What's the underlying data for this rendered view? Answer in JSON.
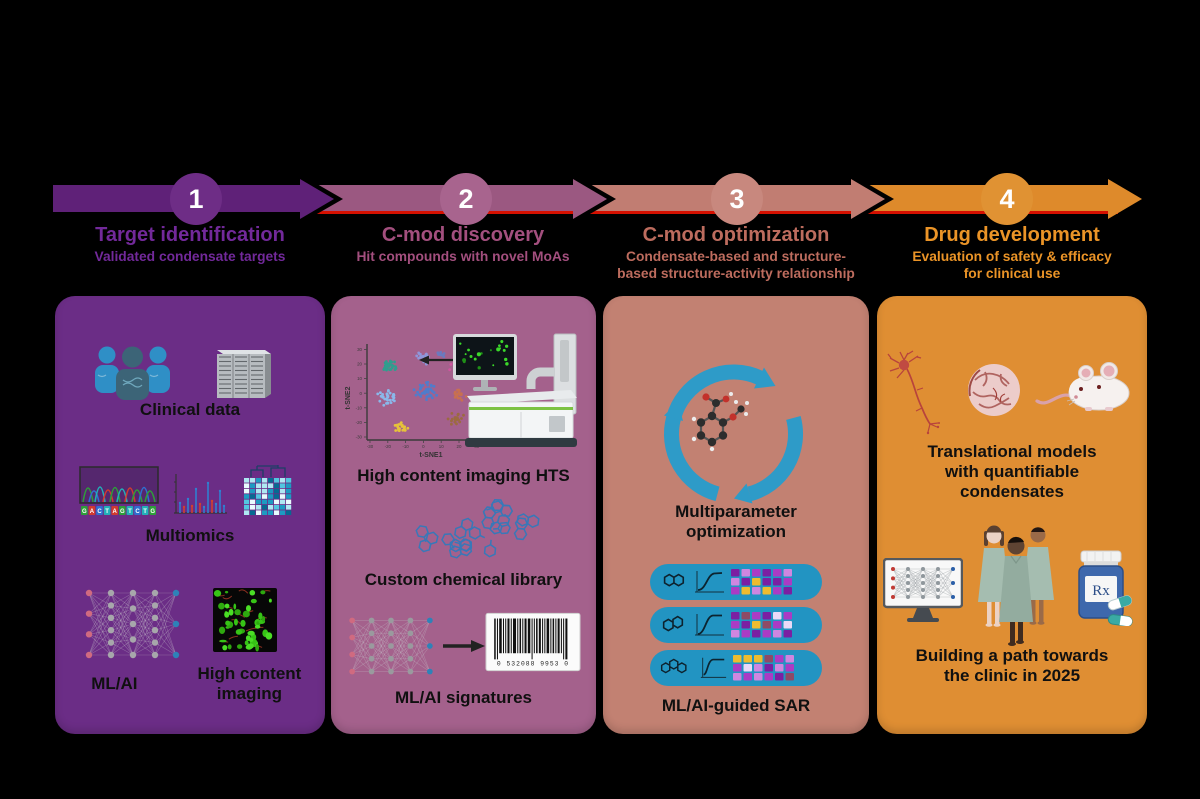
{
  "figure": {
    "background": "#000000",
    "red_line": "#d51000"
  },
  "stages": [
    {
      "number": "1",
      "title": "Target identification",
      "subtitle": "Validated condensate targets",
      "colors": {
        "bar": "#5f2178",
        "circle": "#6e2d86",
        "title": "#72299a",
        "card": "#6b2d86"
      }
    },
    {
      "number": "2",
      "title": "C-mod discovery",
      "subtitle": "Hit compounds with novel MoAs",
      "colors": {
        "bar": "#9b5881",
        "circle": "#a8648e",
        "title": "#a34f7e",
        "card": "#a4618c"
      }
    },
    {
      "number": "3",
      "title": "C-mod optimization",
      "subtitle": "Condensate-based and structure-based structure-activity relationship",
      "colors": {
        "bar": "#c17d72",
        "circle": "#c8887e",
        "title": "#bd6c5e",
        "card": "#c28172"
      }
    },
    {
      "number": "4",
      "title": "Drug development",
      "subtitle": "Evaluation of safety & efficacy for clinical use",
      "colors": {
        "bar": "#de8a2b",
        "circle": "#e09233",
        "title": "#eb9427",
        "card": "#df8e33"
      }
    }
  ],
  "card1": {
    "clinical_label": "Clinical data",
    "multiomics_label": "Multiomics",
    "mlai_label": "ML/AI",
    "hci_label": "High content imaging",
    "sequence": "GACTAGTCTG",
    "icons": [
      "people-group-icon",
      "server-rack-icon",
      "sequencing-chromatogram-icon",
      "stem-plot-icon",
      "heatmap-dendrogram-icon",
      "neural-network-icon",
      "fluorescence-microscopy-icon"
    ]
  },
  "card2": {
    "hts_label": "High content imaging HTS",
    "library_label": "Custom chemical library",
    "signatures_label": "ML/AI signatures",
    "barcode_digits": "0 532088 9953 0",
    "tsne_x": "t-SNE1",
    "tsne_y": "t-SNE2",
    "tsne_ticks": [
      -30,
      -20,
      -10,
      0,
      10,
      20,
      30
    ],
    "icons": [
      "tsne-cluster-plot-icon",
      "high-content-screener-icon",
      "arrow-left-icon",
      "chemical-library-icon",
      "neural-network-icon",
      "arrow-right-icon",
      "barcode-icon"
    ]
  },
  "card3": {
    "mpo_label": "Multiparameter optimization",
    "sar_label": "ML/AI-guided SAR",
    "icons": [
      "cycle-arrows-icon",
      "ball-and-stick-molecule-icon",
      "sar-assay-rows-icon"
    ]
  },
  "card4": {
    "models_label": "Translational models with quantifiable condensates",
    "clinic_label": "Building a path towards the clinic in 2025",
    "rx_label": "Rx",
    "icons": [
      "neuron-icon",
      "brain-organoid-icon",
      "mouse-icon",
      "monitor-neural-network-icon",
      "patients-icon",
      "rx-pill-bottle-icon"
    ]
  }
}
